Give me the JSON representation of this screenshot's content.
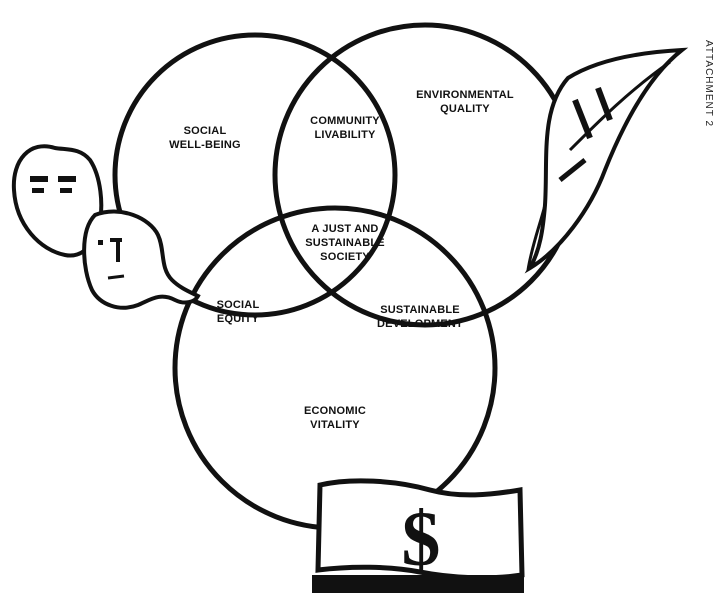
{
  "side_note": "ATTACHMENT 2",
  "circles": {
    "social": {
      "label": "SOCIAL\nWELL-BEING"
    },
    "environmental": {
      "label": "ENVIRONMENTAL\nQUALITY"
    },
    "economic": {
      "label": "ECONOMIC\nVITALITY"
    }
  },
  "intersections": {
    "social_environmental": "COMMUNITY\nLIVABILITY",
    "social_economic": "SOCIAL\nEQUITY",
    "environmental_economic": "SUSTAINABLE\nDEVELOPMENT",
    "center": "A JUST AND\nSUSTAINABLE\nSOCIETY"
  },
  "icons": {
    "people": "people-faces-icon",
    "leaf": "leaf-icon",
    "money": "dollar-bill-icon"
  },
  "dollar_sign": "$"
}
